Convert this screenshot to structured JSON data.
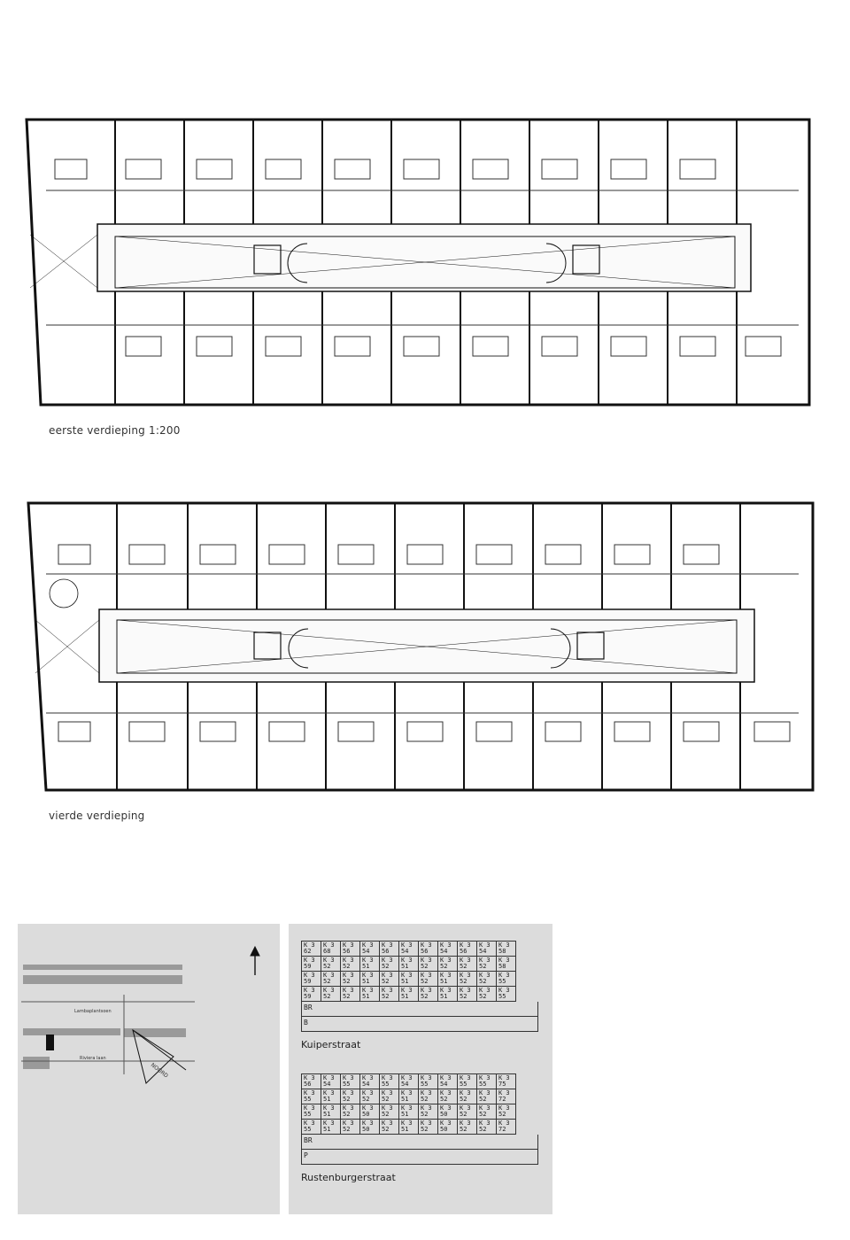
{
  "plans": [
    {
      "caption": "eerste verdieping  1:200"
    },
    {
      "caption": "vierde verdieping"
    }
  ],
  "map": {
    "labels": [
      "Lambaplantsoen",
      "Riviera laan",
      "NOORD"
    ]
  },
  "elevations": [
    {
      "street": "Kuiperstraat",
      "rows": [
        [
          [
            "K 3",
            "62"
          ],
          [
            "K 3",
            "68"
          ],
          [
            "K 3",
            "56"
          ],
          [
            "K 3",
            "54"
          ],
          [
            "K 3",
            "56"
          ],
          [
            "K 3",
            "54"
          ],
          [
            "K 3",
            "56"
          ],
          [
            "K 3",
            "54"
          ],
          [
            "K 3",
            "56"
          ],
          [
            "K 3",
            "54"
          ],
          [
            "K 3",
            "58"
          ]
        ],
        [
          [
            "K 3",
            "59"
          ],
          [
            "K 3",
            "52"
          ],
          [
            "K 3",
            "52"
          ],
          [
            "K 3",
            "51"
          ],
          [
            "K 3",
            "52"
          ],
          [
            "K 3",
            "51"
          ],
          [
            "K 3",
            "52"
          ],
          [
            "K 3",
            "52"
          ],
          [
            "K 3",
            "52"
          ],
          [
            "K 3",
            "52"
          ],
          [
            "K 3",
            "58"
          ]
        ],
        [
          [
            "K 3",
            "59"
          ],
          [
            "K 3",
            "52"
          ],
          [
            "K 3",
            "52"
          ],
          [
            "K 3",
            "51"
          ],
          [
            "K 3",
            "52"
          ],
          [
            "K 3",
            "51"
          ],
          [
            "K 3",
            "52"
          ],
          [
            "K 3",
            "51"
          ],
          [
            "K 3",
            "52"
          ],
          [
            "K 3",
            "52"
          ],
          [
            "K 3",
            "55"
          ]
        ],
        [
          [
            "K 3",
            "59"
          ],
          [
            "K 3",
            "52"
          ],
          [
            "K 3",
            "52"
          ],
          [
            "K 3",
            "51"
          ],
          [
            "K 3",
            "52"
          ],
          [
            "K 3",
            "51"
          ],
          [
            "K 3",
            "52"
          ],
          [
            "K 3",
            "51"
          ],
          [
            "K 3",
            "52"
          ],
          [
            "K 3",
            "52"
          ],
          [
            "K 3",
            "55"
          ]
        ]
      ],
      "strips": [
        "BR",
        "B"
      ]
    },
    {
      "street": "Rustenburgerstraat",
      "rows": [
        [
          [
            "K 3",
            "56"
          ],
          [
            "K 3",
            "54"
          ],
          [
            "K 3",
            "55"
          ],
          [
            "K 3",
            "54"
          ],
          [
            "K 3",
            "55"
          ],
          [
            "K 3",
            "54"
          ],
          [
            "K 3",
            "55"
          ],
          [
            "K 3",
            "54"
          ],
          [
            "K 3",
            "55"
          ],
          [
            "K 3",
            "55"
          ],
          [
            "K 3",
            "75"
          ]
        ],
        [
          [
            "K 3",
            "55"
          ],
          [
            "K 3",
            "51"
          ],
          [
            "K 3",
            "52"
          ],
          [
            "K 3",
            "52"
          ],
          [
            "K 3",
            "52"
          ],
          [
            "K 3",
            "51"
          ],
          [
            "K 3",
            "52"
          ],
          [
            "K 3",
            "52"
          ],
          [
            "K 3",
            "52"
          ],
          [
            "K 3",
            "52"
          ],
          [
            "K 3",
            "72"
          ]
        ],
        [
          [
            "K 3",
            "55"
          ],
          [
            "K 3",
            "51"
          ],
          [
            "K 3",
            "52"
          ],
          [
            "K 3",
            "50"
          ],
          [
            "K 3",
            "52"
          ],
          [
            "K 3",
            "51"
          ],
          [
            "K 3",
            "52"
          ],
          [
            "K 3",
            "50"
          ],
          [
            "K 3",
            "52"
          ],
          [
            "K 3",
            "52"
          ],
          [
            "K 3",
            "52"
          ]
        ],
        [
          [
            "K 3",
            "55"
          ],
          [
            "K 3",
            "51"
          ],
          [
            "K 3",
            "52"
          ],
          [
            "K 3",
            "50"
          ],
          [
            "K 3",
            "52"
          ],
          [
            "K 3",
            "51"
          ],
          [
            "K 3",
            "52"
          ],
          [
            "K 3",
            "50"
          ],
          [
            "K 3",
            "52"
          ],
          [
            "K 3",
            "52"
          ],
          [
            "K 3",
            "72"
          ]
        ]
      ],
      "strips": [
        "BR",
        "P"
      ]
    }
  ]
}
